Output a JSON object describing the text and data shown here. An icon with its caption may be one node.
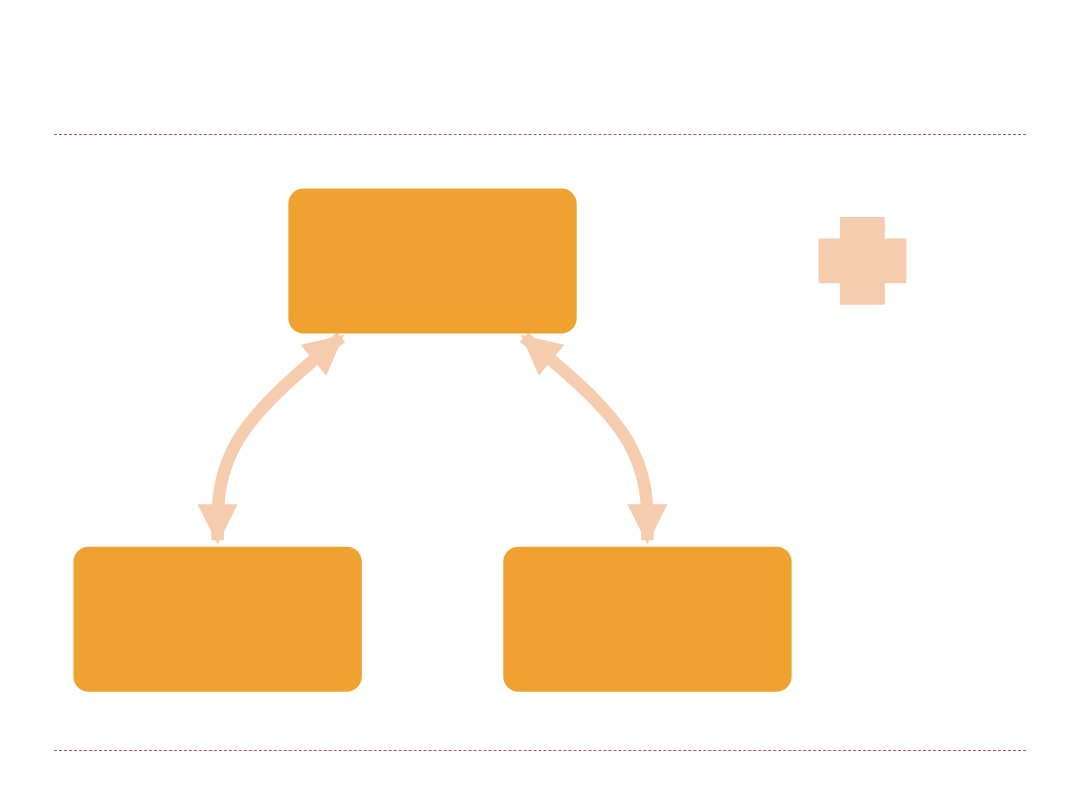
{
  "diagram": {
    "nodes": [
      {
        "text": [],
        "shape": "box"
      },
      {
        "text": [],
        "shape": "box"
      },
      {
        "text": [],
        "shape": "cross"
      },
      {
        "text": [],
        "shape": "box"
      }
    ],
    "edges": [
      {
        "from": 0,
        "to": 1,
        "arrow": "both"
      },
      {
        "from": 0,
        "to": 3,
        "arrow": "both"
      }
    ]
  }
}
